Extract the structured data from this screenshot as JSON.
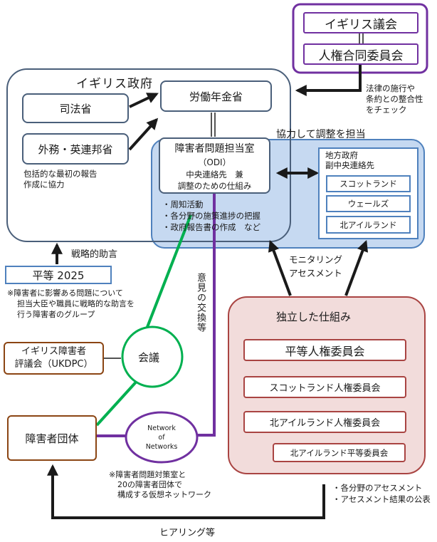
{
  "parliament": {
    "title": "イギリス議会",
    "committee": "人権合同委員会",
    "note_lines": [
      "法律の施行や",
      "条約との整合性",
      "をチェック"
    ]
  },
  "government": {
    "title": "イギリス政府",
    "justice": "司法省",
    "foreign": "外務・英連邦省",
    "dwp": "労働年金省",
    "foreign_note_lines": [
      "包括的な最初の報告",
      "作成に協力"
    ]
  },
  "odi": {
    "title": "障害者問題担当室",
    "abbr": "（ODI）",
    "line1": "中央連絡先　兼",
    "line2": "調整のための仕組み",
    "tasks": [
      "・周知活動",
      "・各分野の施策進捗の把握",
      "・政府報告書の作成　など"
    ]
  },
  "coordination_label": "協力して調整を担当",
  "local": {
    "title_lines": [
      "地方政府",
      "副中央連絡先"
    ],
    "items": [
      "スコットランド",
      "ウェールズ",
      "北アイルランド"
    ]
  },
  "equality": {
    "name": "平等 2025",
    "advice_label": "戦略的助言",
    "note_lines": [
      "※障害者に影響ある問題について",
      "担当大臣や職員に戦略的な助言を",
      "行う障害者のグループ"
    ]
  },
  "ukdpc": {
    "lines": [
      "イギリス障害者",
      "評議会（UKDPC）"
    ]
  },
  "conference": "会議",
  "opinion_label": "意見の交換等",
  "dpo": "障害者団体",
  "network": {
    "lines": [
      "Network",
      "of",
      "Networks"
    ],
    "note_lines": [
      "※障害者問題対策室と",
      "20の障害者団体で",
      "構成する仮想ネットワーク"
    ]
  },
  "monitoring_label_lines": [
    "モニタリング",
    "アセスメント"
  ],
  "independent": {
    "title": "独立した仕組み",
    "items": [
      "平等人権委員会",
      "スコットランド人権委員会",
      "北アイルランド人権委員会",
      "北アイルランド平等委員会"
    ],
    "notes": [
      "・各分野のアセスメント",
      "・アセスメント結果の公表"
    ]
  },
  "hearing_label": "ヒアリング等",
  "colors": {
    "parliament": "#7030a0",
    "government": "#4a5f7a",
    "local": "#4f81bd",
    "local_fill": "#c6d9f1",
    "independent": "#a94442",
    "independent_fill": "#f2dcdb",
    "brown": "#8b4513",
    "green": "#00b050",
    "purple": "#7030a0"
  }
}
